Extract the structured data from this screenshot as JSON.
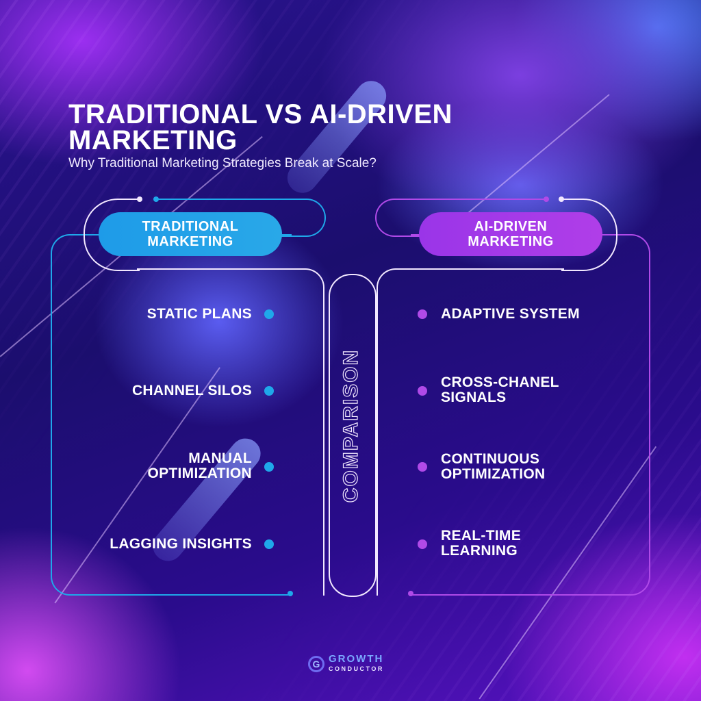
{
  "header": {
    "title_line1": "TRADITIONAL VS AI-DRIVEN",
    "title_line2": "MARKETING",
    "subtitle": "Why Traditional Marketing Strategies Break at Scale?"
  },
  "left_panel": {
    "label_line1": "TRADITIONAL",
    "label_line2": "MARKETING",
    "accent_color": "#1fa8ea",
    "items": [
      {
        "line1": "STATIC PLANS",
        "line2": ""
      },
      {
        "line1": "CHANNEL SILOS",
        "line2": ""
      },
      {
        "line1": "MANUAL",
        "line2": "OPTIMIZATION"
      },
      {
        "line1": "LAGGING INSIGHTS",
        "line2": ""
      }
    ]
  },
  "right_panel": {
    "label_line1": "AI-DRIVEN",
    "label_line2": "MARKETING",
    "accent_color": "#b04ae8",
    "items": [
      {
        "line1": "ADAPTIVE SYSTEM",
        "line2": ""
      },
      {
        "line1": "CROSS-CHANEL",
        "line2": "SIGNALS"
      },
      {
        "line1": "CONTINUOUS",
        "line2": "OPTIMIZATION"
      },
      {
        "line1": "REAL-TIME",
        "line2": "LEARNING"
      }
    ]
  },
  "center": {
    "label": "COMPARISON"
  },
  "footer": {
    "logo_mark": "G",
    "logo_line1": "GROWTH",
    "logo_line2": "CONDUCTOR"
  },
  "icons": {
    "bullet": "circle-dot",
    "logo": "g-circle-logo"
  }
}
